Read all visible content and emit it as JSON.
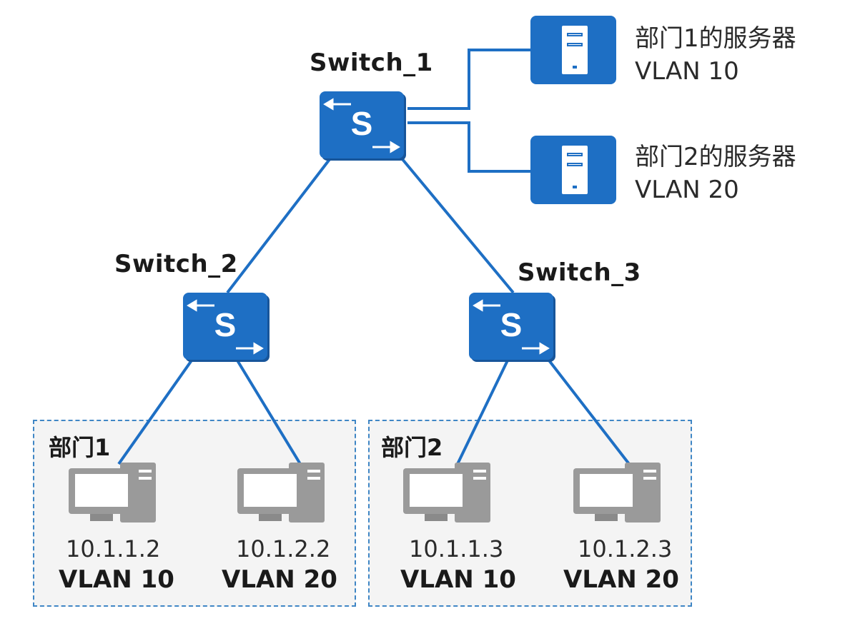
{
  "switches": [
    {
      "id": "sw1",
      "name": "Switch_1",
      "icon": "S"
    },
    {
      "id": "sw2",
      "name": "Switch_2",
      "icon": "S"
    },
    {
      "id": "sw3",
      "name": "Switch_3",
      "icon": "S"
    }
  ],
  "servers": [
    {
      "title": "部门1的服务器",
      "vlan": "VLAN 10"
    },
    {
      "title": "部门2的服务器",
      "vlan": "VLAN 20"
    }
  ],
  "departments": [
    {
      "name": "部门1",
      "hosts": [
        {
          "ip": "10.1.1.2",
          "vlan": "VLAN 10"
        },
        {
          "ip": "10.1.2.2",
          "vlan": "VLAN 20"
        }
      ]
    },
    {
      "name": "部门2",
      "hosts": [
        {
          "ip": "10.1.1.3",
          "vlan": "VLAN 10"
        },
        {
          "ip": "10.1.2.3",
          "vlan": "VLAN 20"
        }
      ]
    }
  ],
  "colors": {
    "device_blue": "#1e6fc4",
    "link_blue": "#1e6fc4",
    "dept_border": "#3f86c5",
    "pc_gray": "#9a9a9a"
  },
  "icons": {
    "switch": "switch-icon",
    "server": "server-icon",
    "pc": "pc-icon"
  }
}
